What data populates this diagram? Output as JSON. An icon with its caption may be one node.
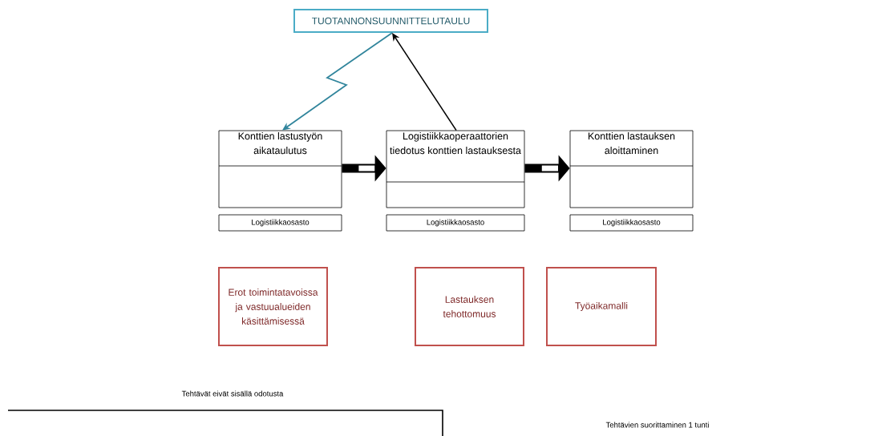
{
  "diagram": {
    "nodes": [
      {
        "text": [
          "TUOTANNONSUUNNITTELUTAULU"
        ]
      },
      {
        "text": [
          "Konttien lastustyön aikataulutus"
        ]
      },
      {
        "text": [
          "Logistiikkaoperaattorien tiedotus konttien lastauksesta"
        ]
      },
      {
        "text": [
          "Konttien lastauksen aloittaminen"
        ]
      },
      {
        "text": [
          "Logistiikkaosasto"
        ]
      },
      {
        "text": [
          "Logistiikkaosasto"
        ]
      },
      {
        "text": [
          "Logistiikkaosasto"
        ]
      },
      {
        "text": [
          "Erot toimintatavoissa ja vastuualueiden käsittämisessä"
        ]
      },
      {
        "text": [
          "Lastauksen tehottomuus"
        ]
      },
      {
        "text": [
          "Työaikamalli"
        ]
      }
    ],
    "edges": [
      {
        "from": 0,
        "to": 1,
        "arrow": "to",
        "color": "#31859c"
      },
      {
        "from": 2,
        "to": 0,
        "arrow": "to"
      },
      {
        "from": 1,
        "to": 2,
        "arrow": "to",
        "style": "thick"
      },
      {
        "from": 2,
        "to": 3,
        "arrow": "to",
        "style": "thick"
      }
    ],
    "labels": [
      "Tehtävät eivät sisällä odotusta",
      "Tehtävien suorittaminen 1 tunti"
    ]
  }
}
